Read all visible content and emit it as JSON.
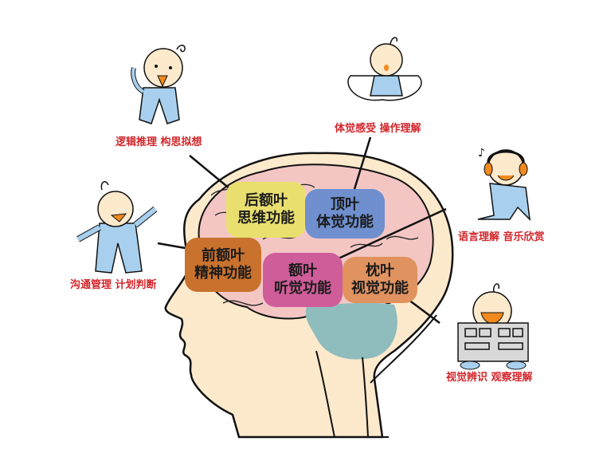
{
  "diagram": {
    "title": "brain function map",
    "regions": [
      {
        "id": "posterior-frontal",
        "name": "后额叶",
        "function": "思维功能",
        "color": "#e9df6e"
      },
      {
        "id": "parietal",
        "name": "顶叶",
        "function": "体觉功能",
        "color": "#6f8fcf"
      },
      {
        "id": "prefrontal",
        "name": "前额叶",
        "function": "精神功能",
        "color": "#c9722d"
      },
      {
        "id": "temporal",
        "name": "额叶",
        "function": "听觉功能",
        "color": "#cf5d9a"
      },
      {
        "id": "occipital",
        "name": "枕叶",
        "function": "视觉功能",
        "color": "#e0925f"
      }
    ],
    "captions": {
      "posterior_frontal": "逻辑推理  构思拟想",
      "parietal": "体觉感受  操作理解",
      "temporal": "语言理解  音乐欣赏",
      "prefrontal": "沟通管理  计划判断",
      "occipital": "视觉辨识  观察理解"
    },
    "colors": {
      "caption_text": "#d2262b",
      "skin": "#fde9cc",
      "brain": "#f3c6c4",
      "cerebellum": "#8fbcbd",
      "baby_suit": "#a8d0ee",
      "outline": "#111111"
    }
  }
}
